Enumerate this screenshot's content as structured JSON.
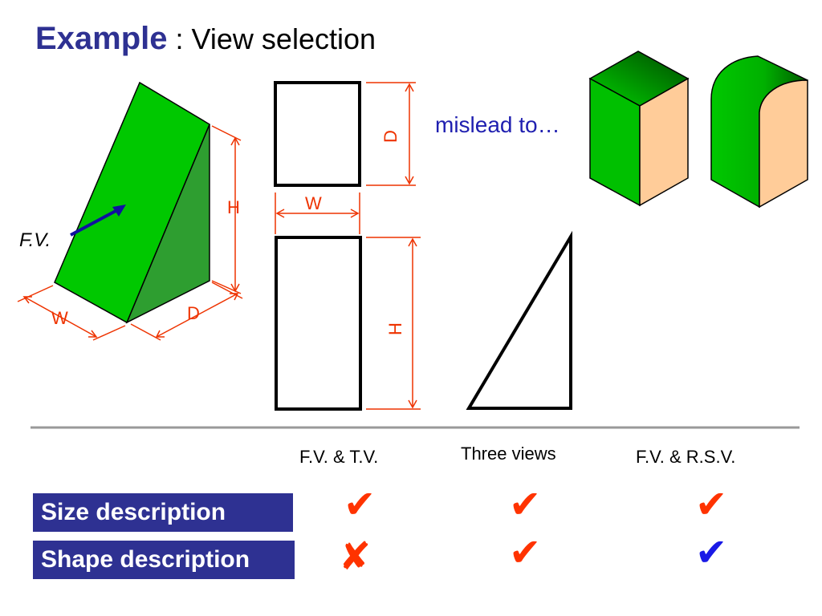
{
  "title": {
    "bold": "Example",
    "rest": " : View  selection"
  },
  "annotation": {
    "mislead": "mislead to…",
    "fv_label": "F.V."
  },
  "dimensions": {
    "w": "W",
    "d": "D",
    "h": "H"
  },
  "table": {
    "columns": [
      "F.V. & T.V.",
      "Three views",
      "F.V. & R.S.V."
    ],
    "rows": [
      {
        "label": "Size description",
        "marks": [
          "check",
          "check",
          "check"
        ],
        "mark_colors": [
          "#ff3300",
          "#ff3300",
          "#ff3300"
        ]
      },
      {
        "label": "Shape description",
        "marks": [
          "cross",
          "check",
          "check"
        ],
        "mark_colors": [
          "#ff3300",
          "#ff3300",
          "#1a1ae6"
        ]
      }
    ],
    "glyphs": {
      "check": "✔",
      "cross": "✘"
    }
  },
  "colors": {
    "title": "#2e3192",
    "dimension": "#ee3300",
    "label_bg": "#2e3192",
    "green": "#00c000",
    "tan": "#ffcc99"
  }
}
